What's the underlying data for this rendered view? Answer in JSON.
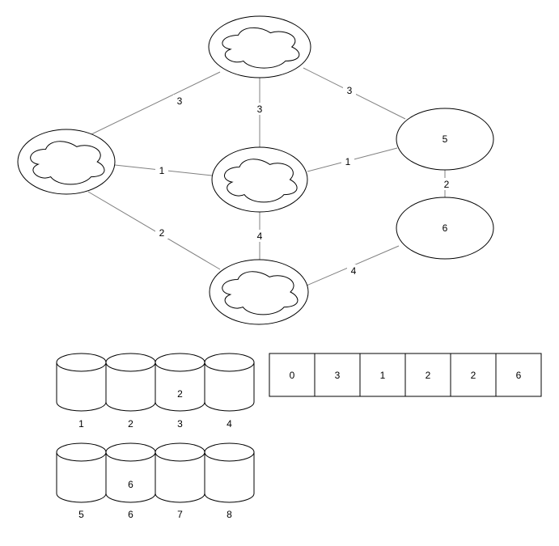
{
  "colors": {
    "background": "#ffffff",
    "shape_fill": "#ffffff",
    "shape_stroke": "#000000",
    "edge_stroke": "#808080"
  },
  "graph": {
    "nodes": [
      {
        "id": "cloud-top",
        "shape": "cloud",
        "label": ""
      },
      {
        "id": "cloud-left",
        "shape": "cloud",
        "label": ""
      },
      {
        "id": "cloud-middle",
        "shape": "cloud",
        "label": ""
      },
      {
        "id": "cloud-bottom",
        "shape": "cloud",
        "label": ""
      },
      {
        "id": "ellipse-5",
        "shape": "ellipse",
        "label": "5"
      },
      {
        "id": "ellipse-6",
        "shape": "ellipse",
        "label": "6"
      }
    ],
    "edges": [
      {
        "from": "cloud-top",
        "to": "cloud-left",
        "weight": "3"
      },
      {
        "from": "cloud-top",
        "to": "cloud-middle",
        "weight": "3"
      },
      {
        "from": "cloud-top",
        "to": "ellipse-5",
        "weight": "3"
      },
      {
        "from": "cloud-left",
        "to": "cloud-middle",
        "weight": "1"
      },
      {
        "from": "cloud-middle",
        "to": "ellipse-5",
        "weight": "1"
      },
      {
        "from": "cloud-left",
        "to": "cloud-bottom",
        "weight": "2"
      },
      {
        "from": "cloud-middle",
        "to": "cloud-bottom",
        "weight": "4"
      },
      {
        "from": "ellipse-5",
        "to": "ellipse-6",
        "weight": "2"
      },
      {
        "from": "cloud-bottom",
        "to": "ellipse-6",
        "weight": "4"
      }
    ]
  },
  "cylinders": {
    "row1": {
      "labels": [
        "1",
        "2",
        "3",
        "4"
      ],
      "values": [
        "",
        "",
        "2",
        ""
      ]
    },
    "row2": {
      "labels": [
        "5",
        "6",
        "7",
        "8"
      ],
      "values": [
        "",
        "6",
        "",
        ""
      ]
    }
  },
  "array": {
    "cells": [
      "0",
      "3",
      "1",
      "2",
      "2",
      "6"
    ]
  }
}
